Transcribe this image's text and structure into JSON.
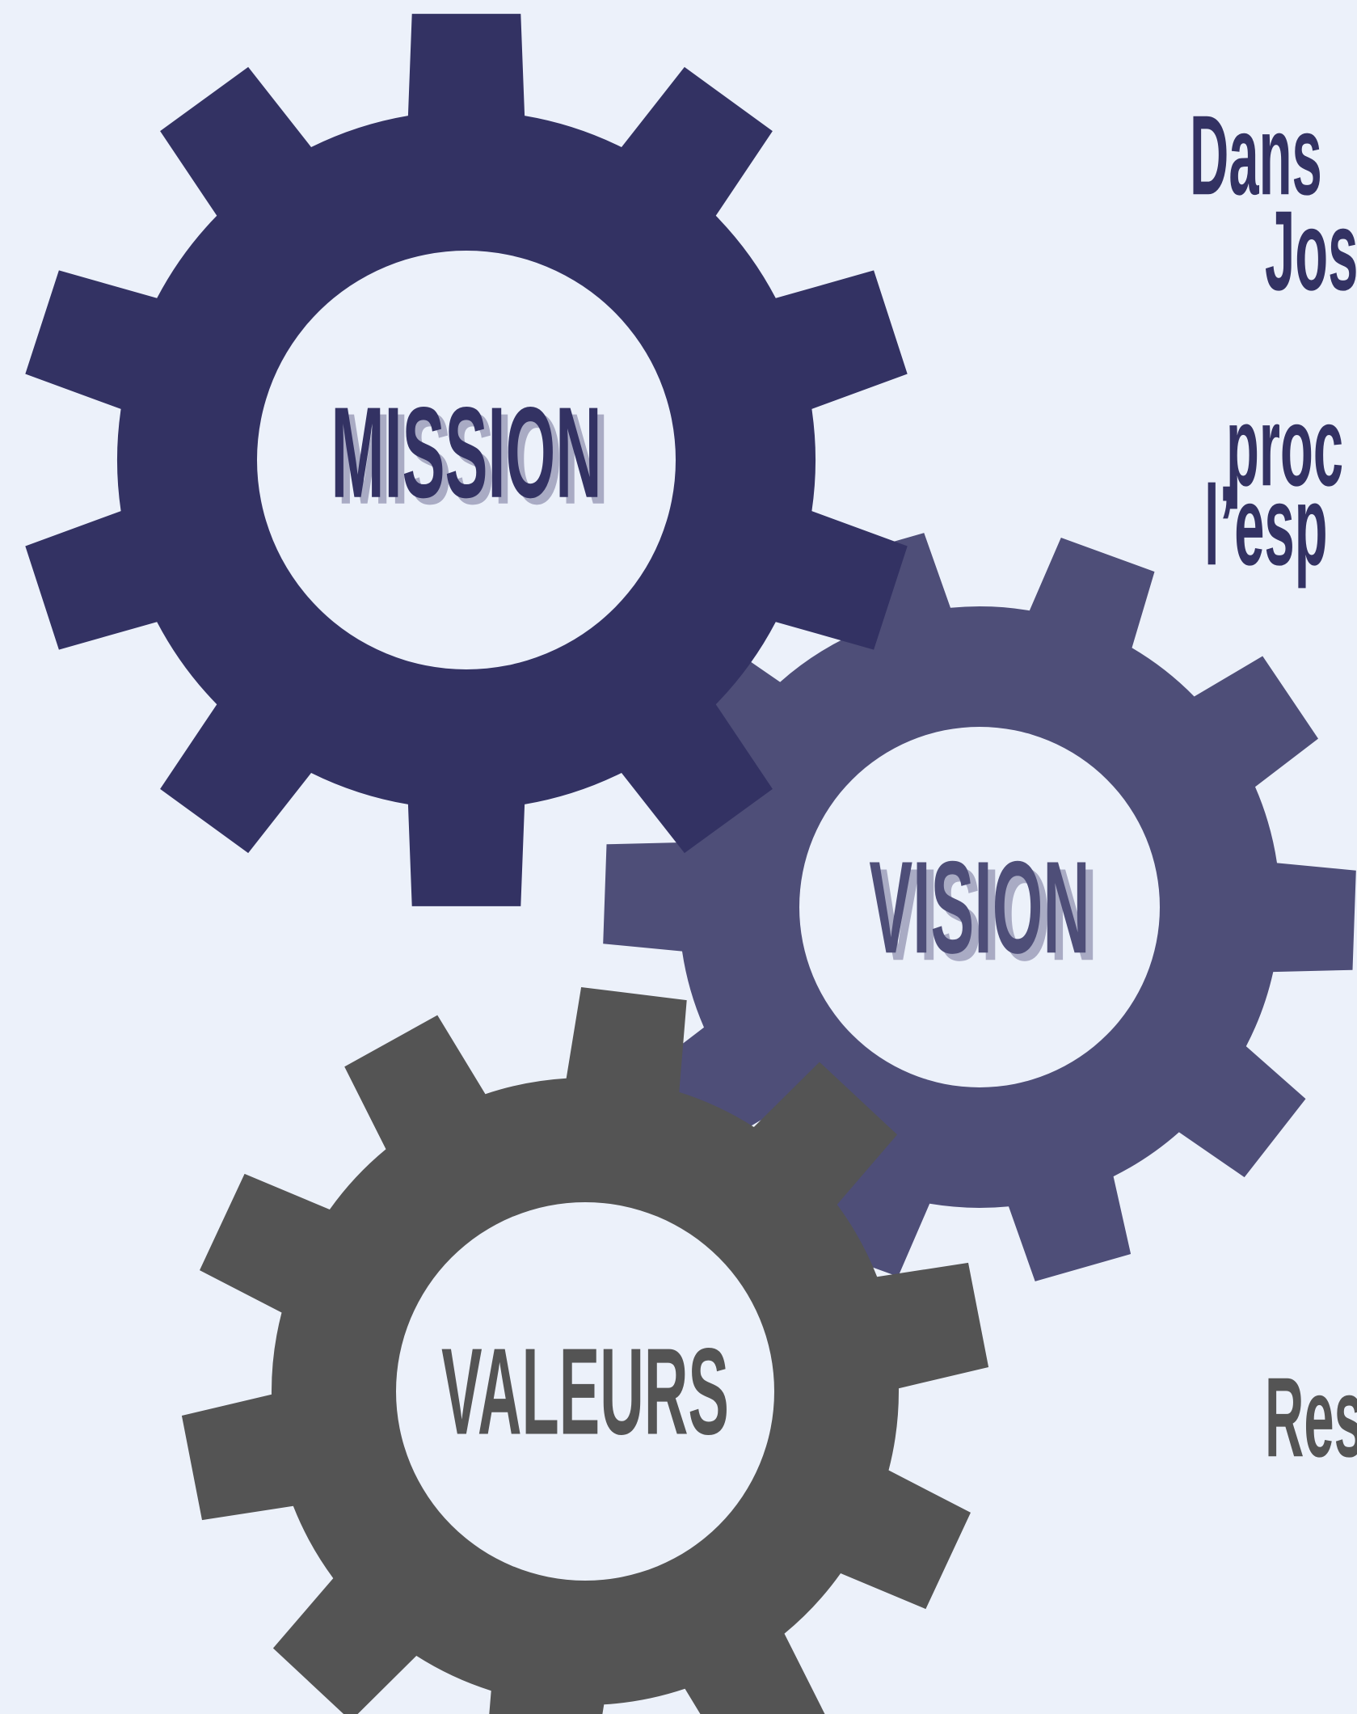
{
  "colors": {
    "background": "#ecf1fa",
    "mission_gear": "#333263",
    "vision_gear": "#4e4e78",
    "valeurs_gear": "#545454",
    "label_shadow": "#a9abc4"
  },
  "gears": {
    "mission": {
      "label": "MISSION"
    },
    "vision": {
      "label": "VISION"
    },
    "valeurs": {
      "label": "VALEURS"
    }
  },
  "side_text": {
    "line1": "Dans",
    "line2": "Jos",
    "line3": "proc",
    "line4": "l’esp",
    "line5": "Res"
  }
}
